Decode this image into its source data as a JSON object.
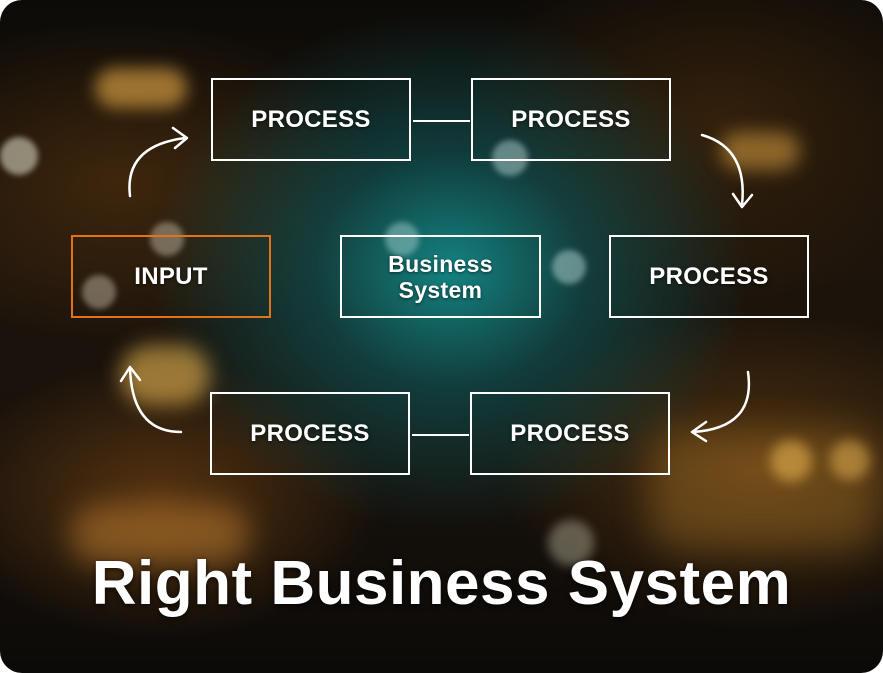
{
  "diagram": {
    "title": "Right Business System",
    "input_label": "INPUT",
    "center_label": "Business\nSystem",
    "process_labels": [
      "PROCESS",
      "PROCESS",
      "PROCESS",
      "PROCESS",
      "PROCESS"
    ]
  },
  "colors": {
    "box_border": "#ffffff",
    "input_border": "#e2731b",
    "text": "#ffffff",
    "background_accent": "#129696"
  },
  "icons": [
    "curved-arrow-icon"
  ]
}
